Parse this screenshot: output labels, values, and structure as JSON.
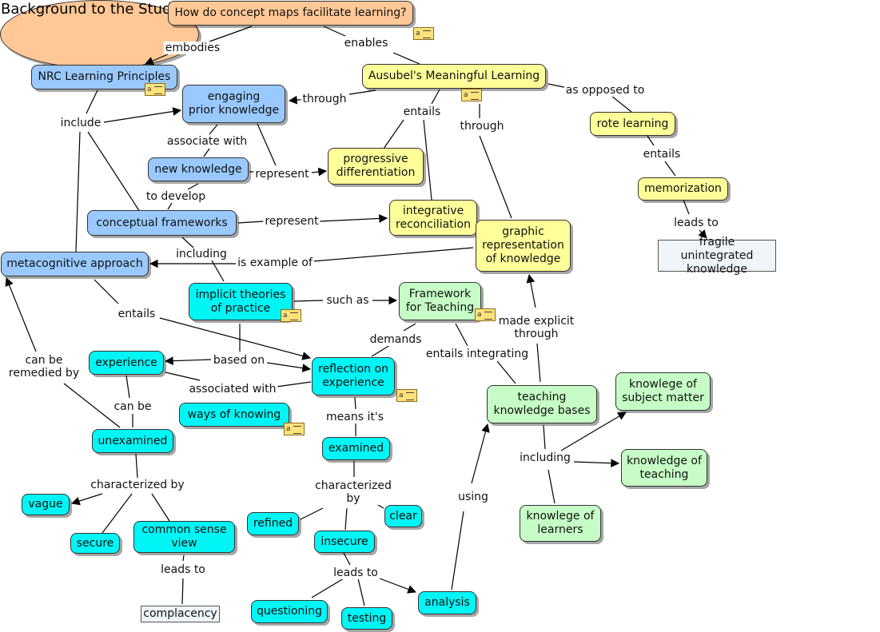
{
  "nodes": {
    "question": "How do concept maps facilitate learning?",
    "background": "Background to the Study",
    "nrc": "NRC Learning Principles",
    "ausubel": "Ausubel's Meaningful Learning",
    "engaging": "engaging\nprior knowledge",
    "new_knowledge": "new knowledge",
    "progressive": "progressive\ndifferentiation",
    "conceptual": "conceptual frameworks",
    "integrative": "integrative\nreconciliation",
    "graphic": "graphic\nrepresentation\nof knowledge",
    "rote": "rote learning",
    "memorization": "memorization",
    "fragile": "fragile unintegrated\nknowledge",
    "metacognitive": "metacognitive approach",
    "implicit": "implicit theories\nof practice",
    "framework": "Framework\nfor Teaching",
    "experience": "experience",
    "reflection": "reflection on\nexperience",
    "ways": "ways of knowing",
    "teaching_kb": "teaching\nknowledge bases",
    "subject": "knowlege of\nsubject matter",
    "unexamined": "unexamined",
    "examined": "examined",
    "knowledge_teaching": "knowledge of\nteaching",
    "vague": "vague",
    "refined": "refined",
    "clear": "clear",
    "learners": "knowlege of\nlearners",
    "secure": "secure",
    "common_sense": "common sense\nview",
    "insecure": "insecure",
    "complacency": "complacency",
    "questioning": "questioning",
    "testing": "testing",
    "analysis": "analysis"
  },
  "links": {
    "embodies": "embodies",
    "enables": "enables",
    "include": "include",
    "through1": "through",
    "entails1": "entails",
    "as_opposed": "as opposed to",
    "through2": "through",
    "associate": "associate with",
    "represent1": "represent",
    "entails2": "entails",
    "to_develop": "to develop",
    "represent2": "represent",
    "leads_to1": "leads to",
    "including1": "including",
    "is_example": "is example of",
    "such_as": "such as",
    "entails3": "entails",
    "made_explicit": "made explicit\nthrough",
    "demands": "demands",
    "can_be_remedied": "can be\nremedied by",
    "based_on": "based on",
    "entails_integrating": "entails integrating",
    "associated_with": "associated with",
    "can_be": "can be",
    "means": "means it's",
    "including2": "including",
    "characterized1": "characterized by",
    "characterized2": "characterized\nby",
    "using": "using",
    "leads_to2": "leads to",
    "leads_to3": "leads to"
  },
  "icons": {
    "note": "note-icon",
    "map": "submap-icon"
  }
}
